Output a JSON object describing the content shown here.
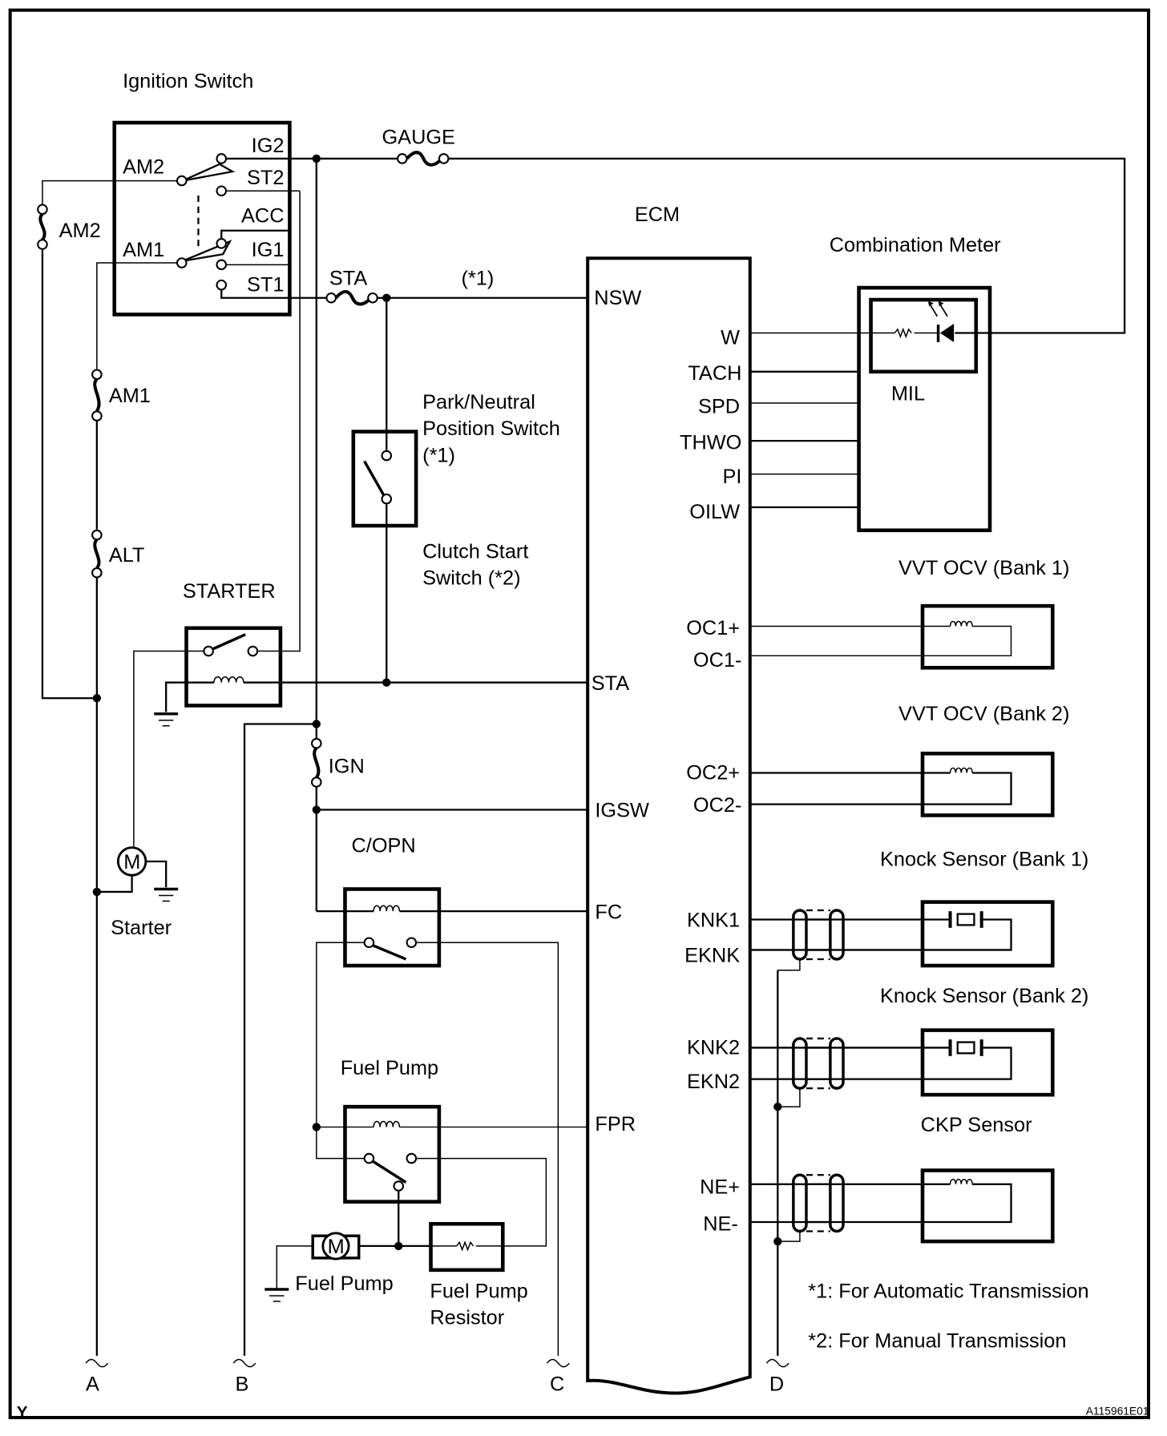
{
  "diagram": {
    "figure_id": "A115961E01",
    "corner_mark": "Y",
    "components": {
      "ignition_switch": {
        "title": "Ignition Switch",
        "pins": [
          "AM2",
          "AM1",
          "IG2",
          "ST2",
          "ACC",
          "IG1",
          "ST1"
        ]
      },
      "fuses": {
        "am2": "AM2",
        "am1": "AM1",
        "alt": "ALT",
        "gauge": "GAUGE",
        "sta": "STA",
        "ign": "IGN"
      },
      "ecm": {
        "title": "ECM",
        "left_pins": [
          "NSW",
          "STA",
          "IGSW",
          "FC",
          "FPR"
        ],
        "right_pins": [
          "W",
          "TACH",
          "SPD",
          "THWO",
          "PI",
          "OILW",
          "OC1+",
          "OC1-",
          "OC2+",
          "OC2-",
          "KNK1",
          "EKNK",
          "KNK2",
          "EKN2",
          "NE+",
          "NE-"
        ]
      },
      "nsw_note": "(*1)",
      "park_neutral_switch": {
        "line1": "Park/Neutral",
        "line2": "Position Switch",
        "line3": "(*1)"
      },
      "clutch_start_switch": {
        "line1": "Clutch Start",
        "line2": "Switch (*2)"
      },
      "starter_relay": "STARTER",
      "starter_motor": {
        "label": "Starter",
        "symbol": "M"
      },
      "copn_relay": "C/OPN",
      "fuel_pump_relay": "Fuel Pump",
      "fuel_pump_motor": {
        "label": "Fuel Pump",
        "symbol": "M"
      },
      "fuel_pump_resistor": {
        "line1": "Fuel Pump",
        "line2": "Resistor"
      },
      "combination_meter": {
        "title": "Combination Meter",
        "mil": "MIL"
      },
      "vvt_ocv_bank1": "VVT OCV (Bank 1)",
      "vvt_ocv_bank2": "VVT OCV (Bank 2)",
      "knock_sensor_bank1": "Knock Sensor (Bank 1)",
      "knock_sensor_bank2": "Knock Sensor (Bank 2)",
      "ckp_sensor": "CKP Sensor"
    },
    "connectors": [
      "A",
      "B",
      "C",
      "D"
    ],
    "footnotes": [
      "*1: For Automatic Transmission",
      "*2: For Manual Transmission"
    ]
  }
}
